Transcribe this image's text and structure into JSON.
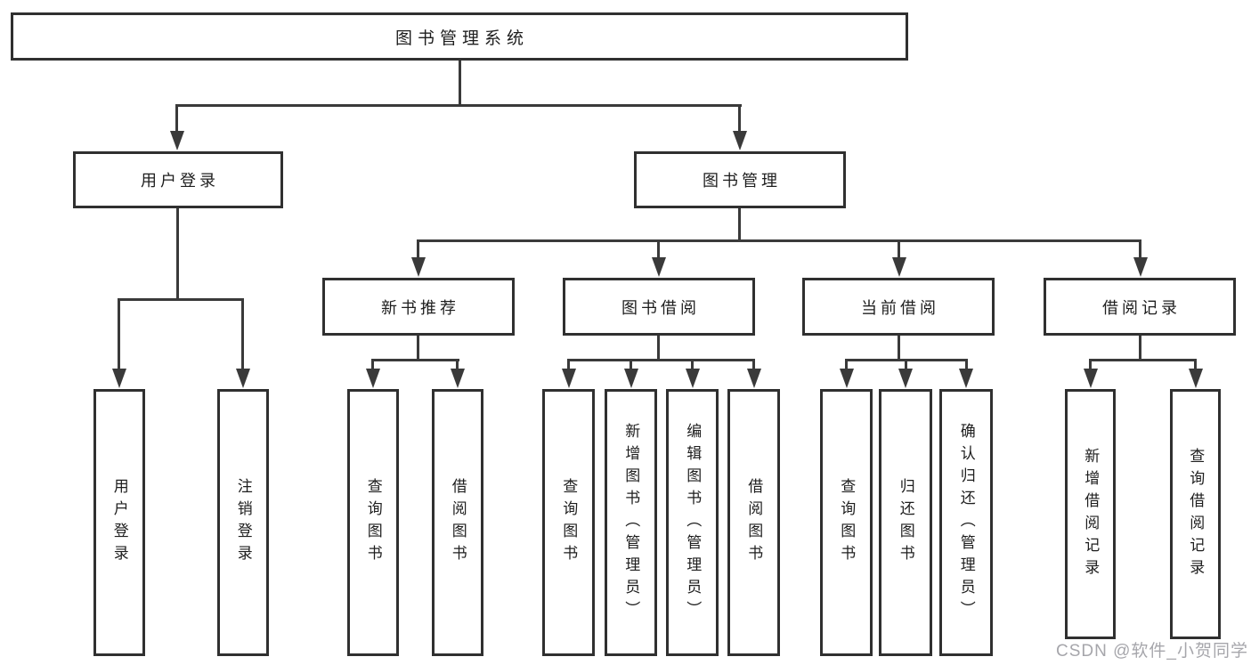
{
  "tree": {
    "root": {
      "label": "图书管理系统"
    },
    "level2": [
      {
        "label": "用户登录"
      },
      {
        "label": "图书管理"
      }
    ],
    "level3": [
      {
        "label": "新书推荐",
        "parent": "图书管理"
      },
      {
        "label": "图书借阅",
        "parent": "图书管理"
      },
      {
        "label": "当前借阅",
        "parent": "图书管理"
      },
      {
        "label": "借阅记录",
        "parent": "图书管理"
      }
    ],
    "leaves": [
      {
        "label": "用户登录",
        "parent": "用户登录"
      },
      {
        "label": "注销登录",
        "parent": "用户登录"
      },
      {
        "label": "查询图书",
        "parent": "新书推荐"
      },
      {
        "label": "借阅图书",
        "parent": "新书推荐"
      },
      {
        "label": "查询图书",
        "parent": "图书借阅"
      },
      {
        "label": "新增图书（管理员）",
        "parent": "图书借阅"
      },
      {
        "label": "编辑图书（管理员）",
        "parent": "图书借阅"
      },
      {
        "label": "借阅图书",
        "parent": "图书借阅"
      },
      {
        "label": "查询图书",
        "parent": "当前借阅"
      },
      {
        "label": "归还图书",
        "parent": "当前借阅"
      },
      {
        "label": "确认归还（管理员）",
        "parent": "当前借阅"
      },
      {
        "label": "新增借阅记录",
        "parent": "借阅记录"
      },
      {
        "label": "查询借阅记录",
        "parent": "借阅记录"
      }
    ]
  },
  "watermark": "CSDN @软件_小贺同学",
  "colors": {
    "line": "#3a3a3a",
    "box_border": "#303030",
    "text": "#1e1e1e",
    "background": "#ffffff",
    "watermark": "#a6a6ab"
  }
}
